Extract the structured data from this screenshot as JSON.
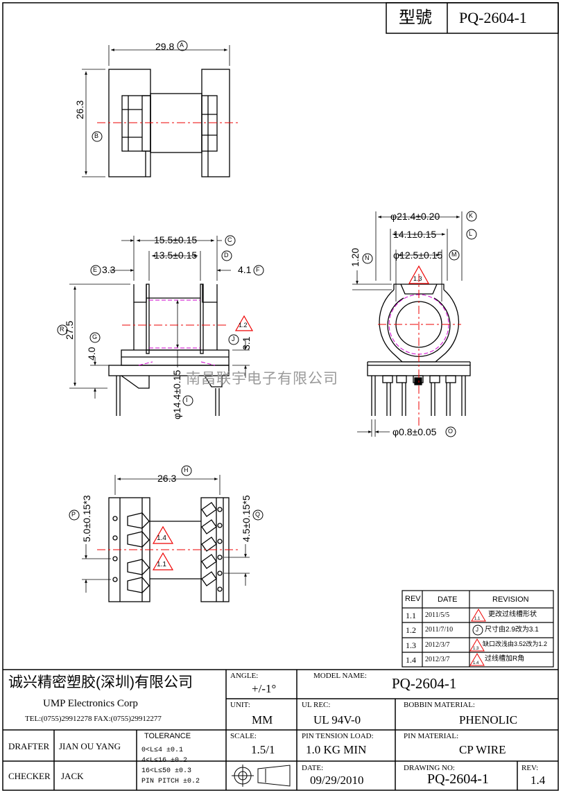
{
  "header": {
    "model_label": "型號",
    "model_value": "PQ-2604-1"
  },
  "top_view": {
    "width": "29.8",
    "width_tag": "A",
    "height": "26.3",
    "height_tag": "B"
  },
  "side_view": {
    "dim_c": "15.5±0.15",
    "tag_c": "C",
    "dim_d": "13.5±0.15",
    "tag_d": "D",
    "dim_e": "3.3",
    "tag_e": "E",
    "dim_f": "4.1",
    "tag_f": "F",
    "dim_r": "27.5",
    "tag_r": "R",
    "dim_g": "4.0",
    "tag_g": "G",
    "dim_j": "3.1",
    "tag_j": "J",
    "dim_i": "φ14.4±0.15",
    "tag_i": "I",
    "rev_mark": "1.2"
  },
  "front_view": {
    "dim_k": "φ21.4±0.20",
    "tag_k": "K",
    "dim_l": "14.1±0.15",
    "tag_l": "L",
    "dim_m": "φ12.5±0.15",
    "tag_m": "M",
    "dim_n": "1.20",
    "tag_n": "N",
    "dim_o": "φ0.8±0.05",
    "tag_o": "O",
    "rev_mark": "1.3"
  },
  "watermark": "南昌联宇电子有限公司",
  "bottom_view": {
    "dim_h": "26.3",
    "tag_h": "H",
    "dim_p": "5.0±0.15*3",
    "tag_p": "P",
    "dim_q": "4.5±0.15*5",
    "tag_q": "Q",
    "rev_mark_1": "1.4",
    "rev_mark_2": "1.1"
  },
  "revision_table": {
    "headers": [
      "REV",
      "DATE",
      "REVISION"
    ],
    "rows": [
      {
        "rev": "1.1",
        "date": "2011/5/5",
        "mark": "1.1",
        "text": "更改过线槽形状"
      },
      {
        "rev": "1.2",
        "date": "2011/7/10",
        "mark": "J",
        "text": "尺寸由2.9改为3.1"
      },
      {
        "rev": "1.3",
        "date": "2012/3/7",
        "mark": "1.3",
        "text": "缺口改浅由3.52改为1.2"
      },
      {
        "rev": "1.4",
        "date": "2012/3/7",
        "mark": "1.4",
        "text": "过线槽加R角"
      }
    ]
  },
  "title_block": {
    "company_cn": "诚兴精密塑胶(深圳)有限公司",
    "company_en": "UMP  Electronics  Corp",
    "contact": "TEL:(0755)29912278 FAX:(0755)29912277",
    "angle_label": "ANGLE:",
    "angle_value": "+/-1°",
    "model_name_label": "MODEL NAME:",
    "model_name_value": "PQ-2604-1",
    "unit_label": "UNIT:",
    "unit_value": "MM",
    "ul_rec_label": "UL REC:",
    "ul_rec_value": "UL 94V-0",
    "bobbin_material_label": "BOBBIN MATERIAL:",
    "bobbin_material_value": "PHENOLIC",
    "drafter_label": "DRAFTER",
    "drafter_value": "JIAN OU YANG",
    "tolerance_label": "TOLERANCE",
    "tolerance_rows": [
      "0<L≤4    ±0.1",
      "4<L≤16   ±0.2",
      "16<L≤50  ±0.3",
      "PIN PITCH ±0.2"
    ],
    "scale_label": "SCALE:",
    "scale_value": "1.5/1",
    "pin_tension_label": "PIN TENSION LOAD:",
    "pin_tension_value": "1.0  KG MIN",
    "pin_material_label": "PIN MATERIAL:",
    "pin_material_value": "CP  WIRE",
    "checker_label": "CHECKER",
    "checker_value": "JACK",
    "date_label": "DATE:",
    "date_value": "09/29/2010",
    "drawing_no_label": "DRAWING NO:",
    "drawing_no_value": "PQ-2604-1",
    "rev_label": "REV:",
    "rev_value": "1.4"
  }
}
